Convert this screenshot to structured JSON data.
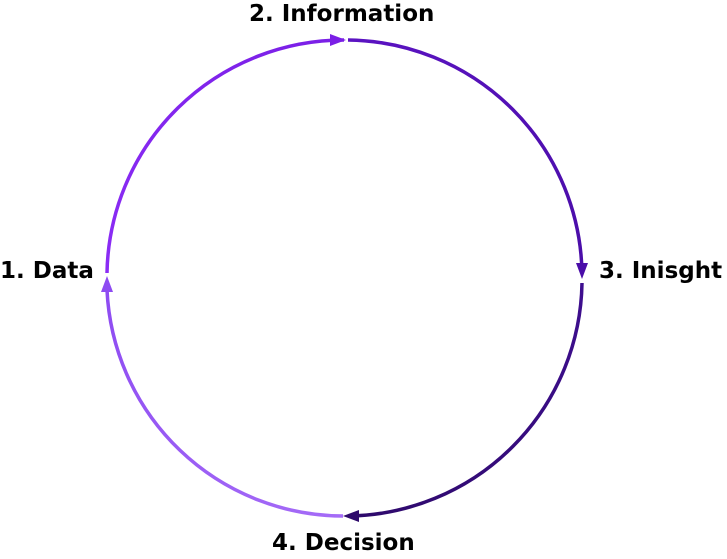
{
  "diagram": {
    "type": "cycle",
    "stages": [
      {
        "id": "data",
        "label": "1. Data"
      },
      {
        "id": "information",
        "label": "2. Information"
      },
      {
        "id": "insight",
        "label": "3. Inisght"
      },
      {
        "id": "decision",
        "label": "4. Decision"
      }
    ],
    "flow": [
      {
        "from": "data",
        "to": "information"
      },
      {
        "from": "information",
        "to": "insight"
      },
      {
        "from": "insight",
        "to": "decision"
      },
      {
        "from": "decision",
        "to": "data"
      }
    ],
    "colors": {
      "data_to_information": [
        "#8B2CF5",
        "#7A1FE6"
      ],
      "information_to_insight": [
        "#5B13C2",
        "#4A0DA8"
      ],
      "insight_to_decision": [
        "#3E0E8F",
        "#2E0A6B"
      ],
      "decision_to_data": [
        "#8E4BF2",
        "#A56CF7"
      ]
    }
  }
}
